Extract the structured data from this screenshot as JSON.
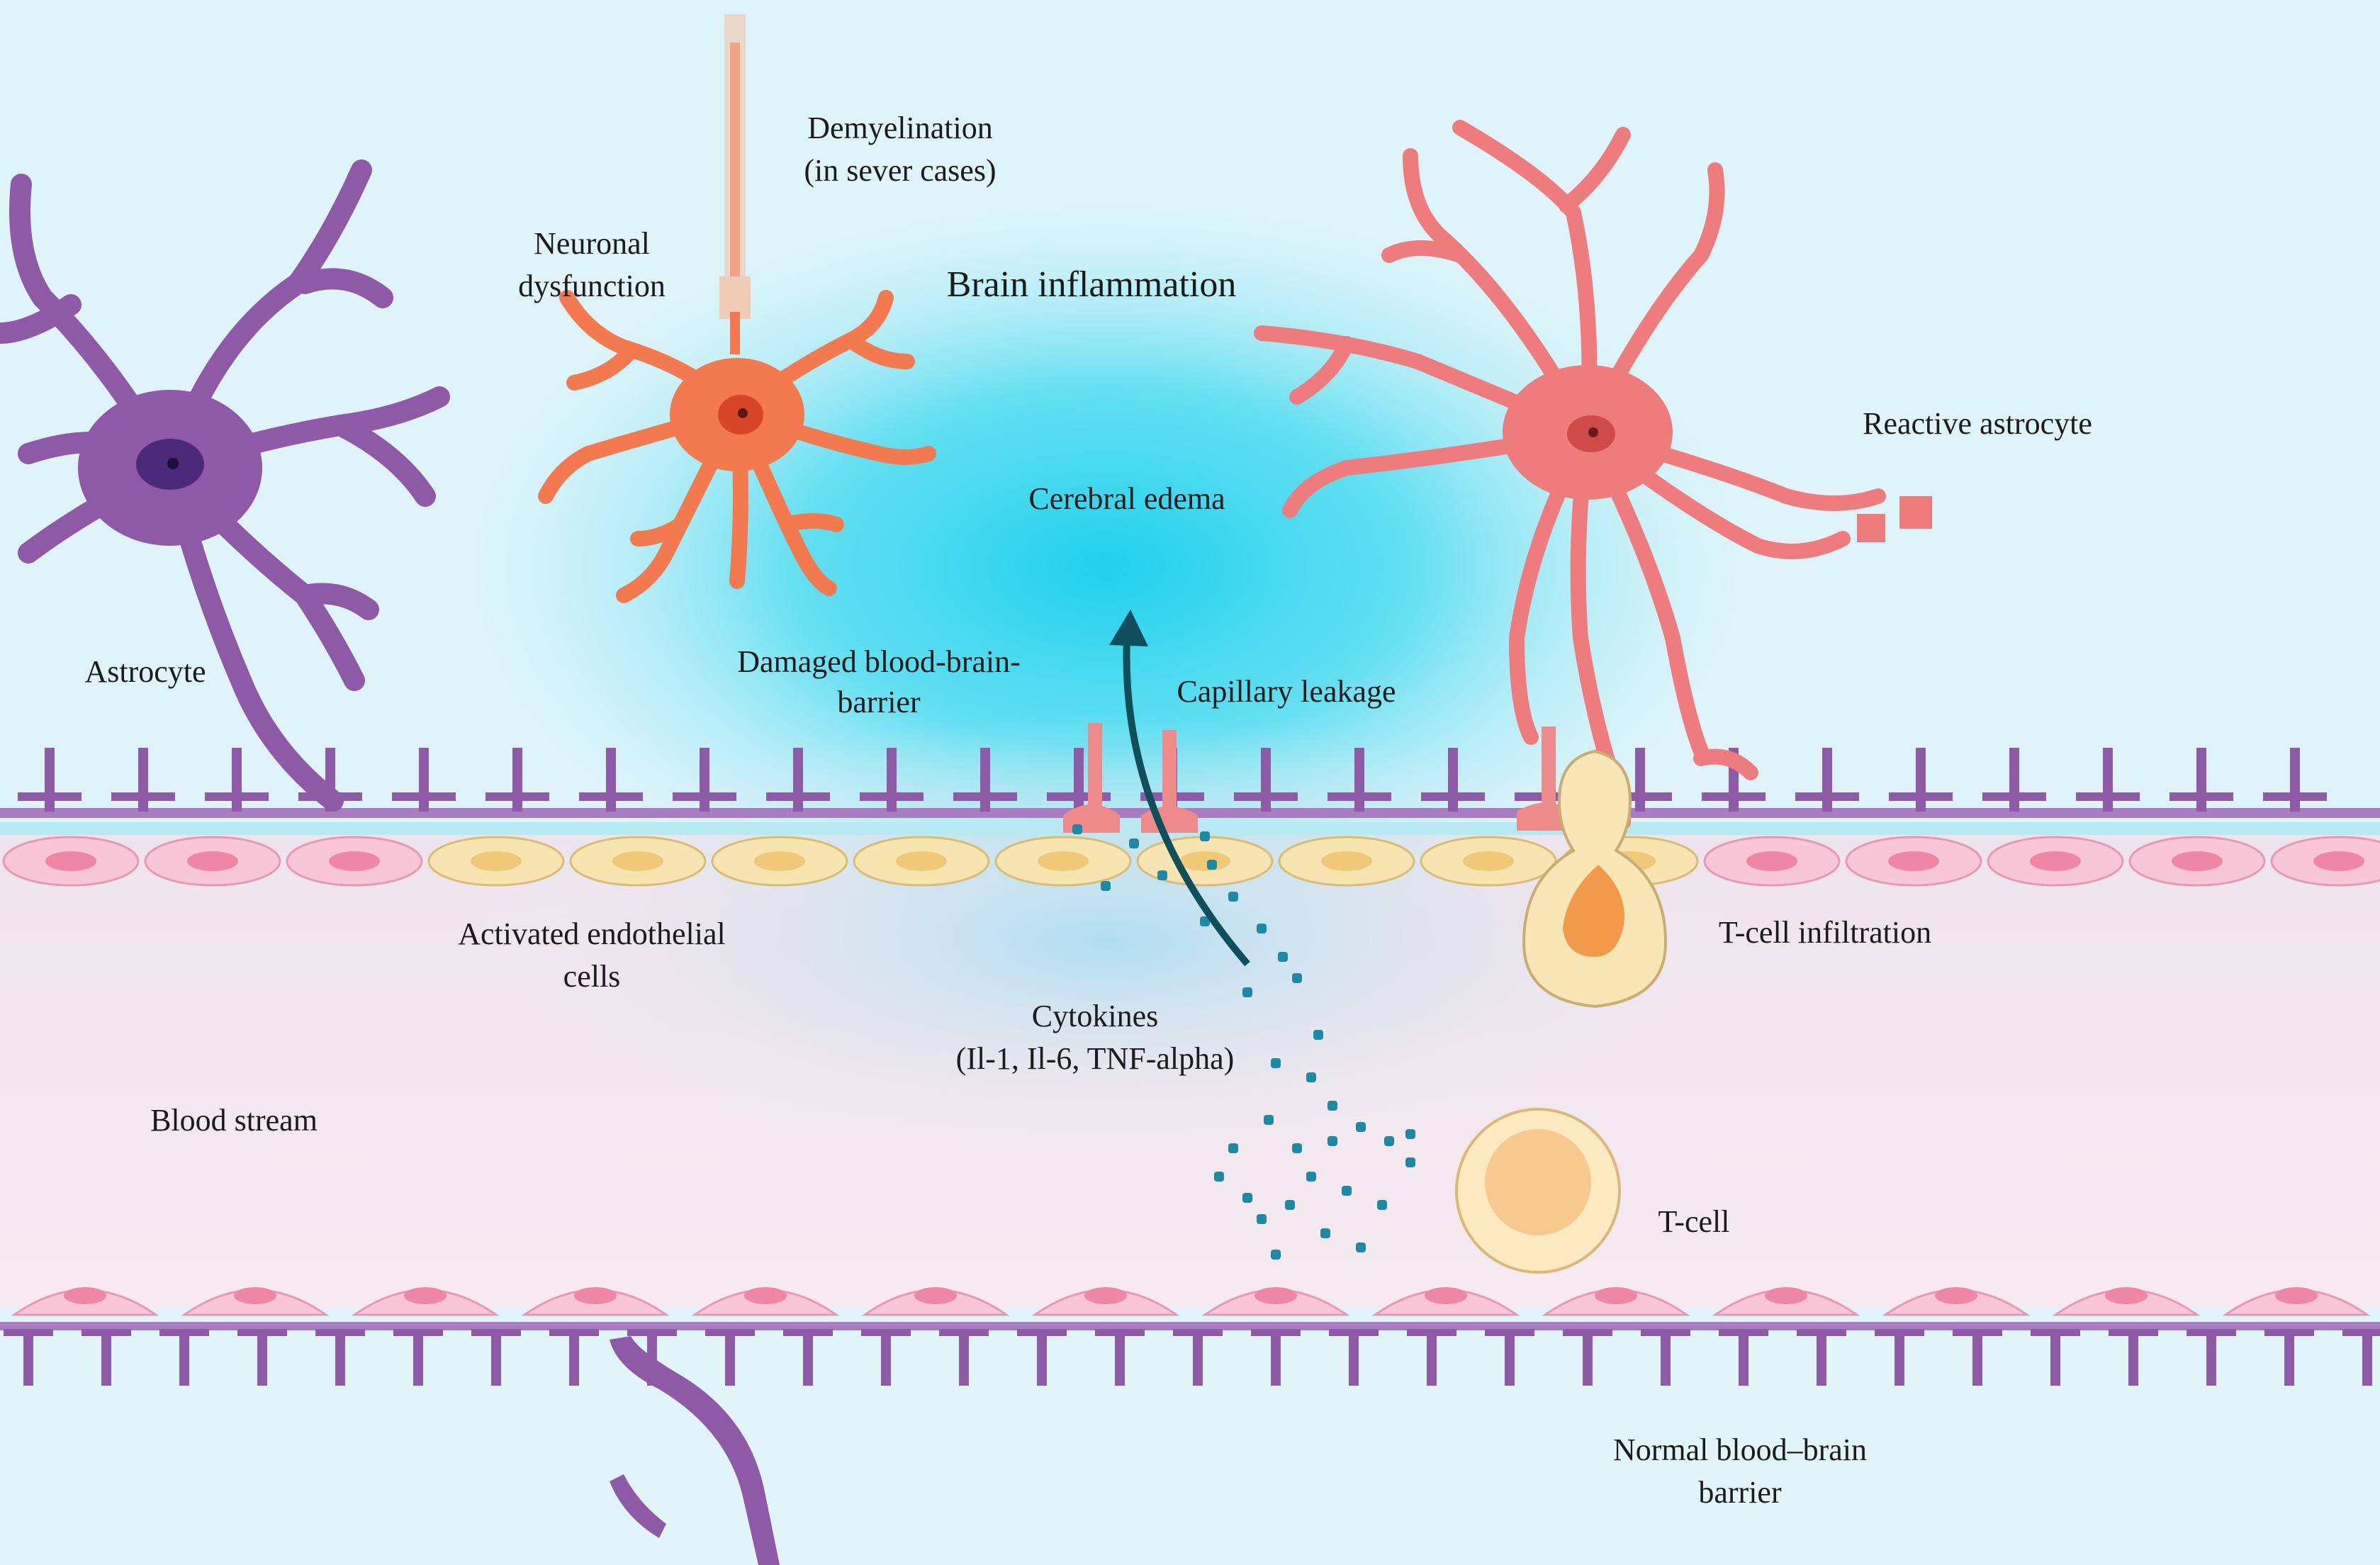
{
  "labels": {
    "demyelination_line1": "Demyelination",
    "demyelination_line2": "(in sever cases)",
    "neuronal_line1": "Neuronal",
    "neuronal_line2": "dysfunction",
    "brain_inflammation": "Brain inflammation",
    "reactive_astrocyte": "Reactive astrocyte",
    "cerebral_edema": "Cerebral edema",
    "astrocyte": "Astrocyte",
    "damaged_bbb_line1": "Damaged blood-brain-",
    "damaged_bbb_line2": "barrier",
    "capillary_leakage": "Capillary leakage",
    "activated_endo_line1": "Activated endothelial",
    "activated_endo_line2": "cells",
    "tcell_infiltration": "T-cell infiltration",
    "cytokines_line1": "Cytokines",
    "cytokines_line2": "(Il-1, Il-6, TNF-alpha)",
    "blood_stream": "Blood stream",
    "tcell": "T-cell",
    "normal_bbb_line1": "Normal blood–brain",
    "normal_bbb_line2": "barrier"
  },
  "colors": {
    "brain_background": "#dff4fa",
    "inflammation_glow": "#22d3ee",
    "blood_background": "#f3e9ef",
    "astrocyte": "#8e5aa8",
    "astrocyte_nucleus": "#4c2a7a",
    "reactive_astrocyte": "#ee7c7c",
    "neuron": "#f27a4e",
    "endothelial_normal": "#f8c6d6",
    "endothelial_activated": "#f7e4b0",
    "tcell": "#f8e6b6",
    "cytokine": "#1a8aa6",
    "arrow": "#0f4f5c"
  },
  "icons": [
    "astrocyte-icon",
    "reactive-astrocyte-icon",
    "neuron-icon",
    "tcell-icon",
    "cytokine-particles-icon",
    "leakage-arrow-icon"
  ]
}
